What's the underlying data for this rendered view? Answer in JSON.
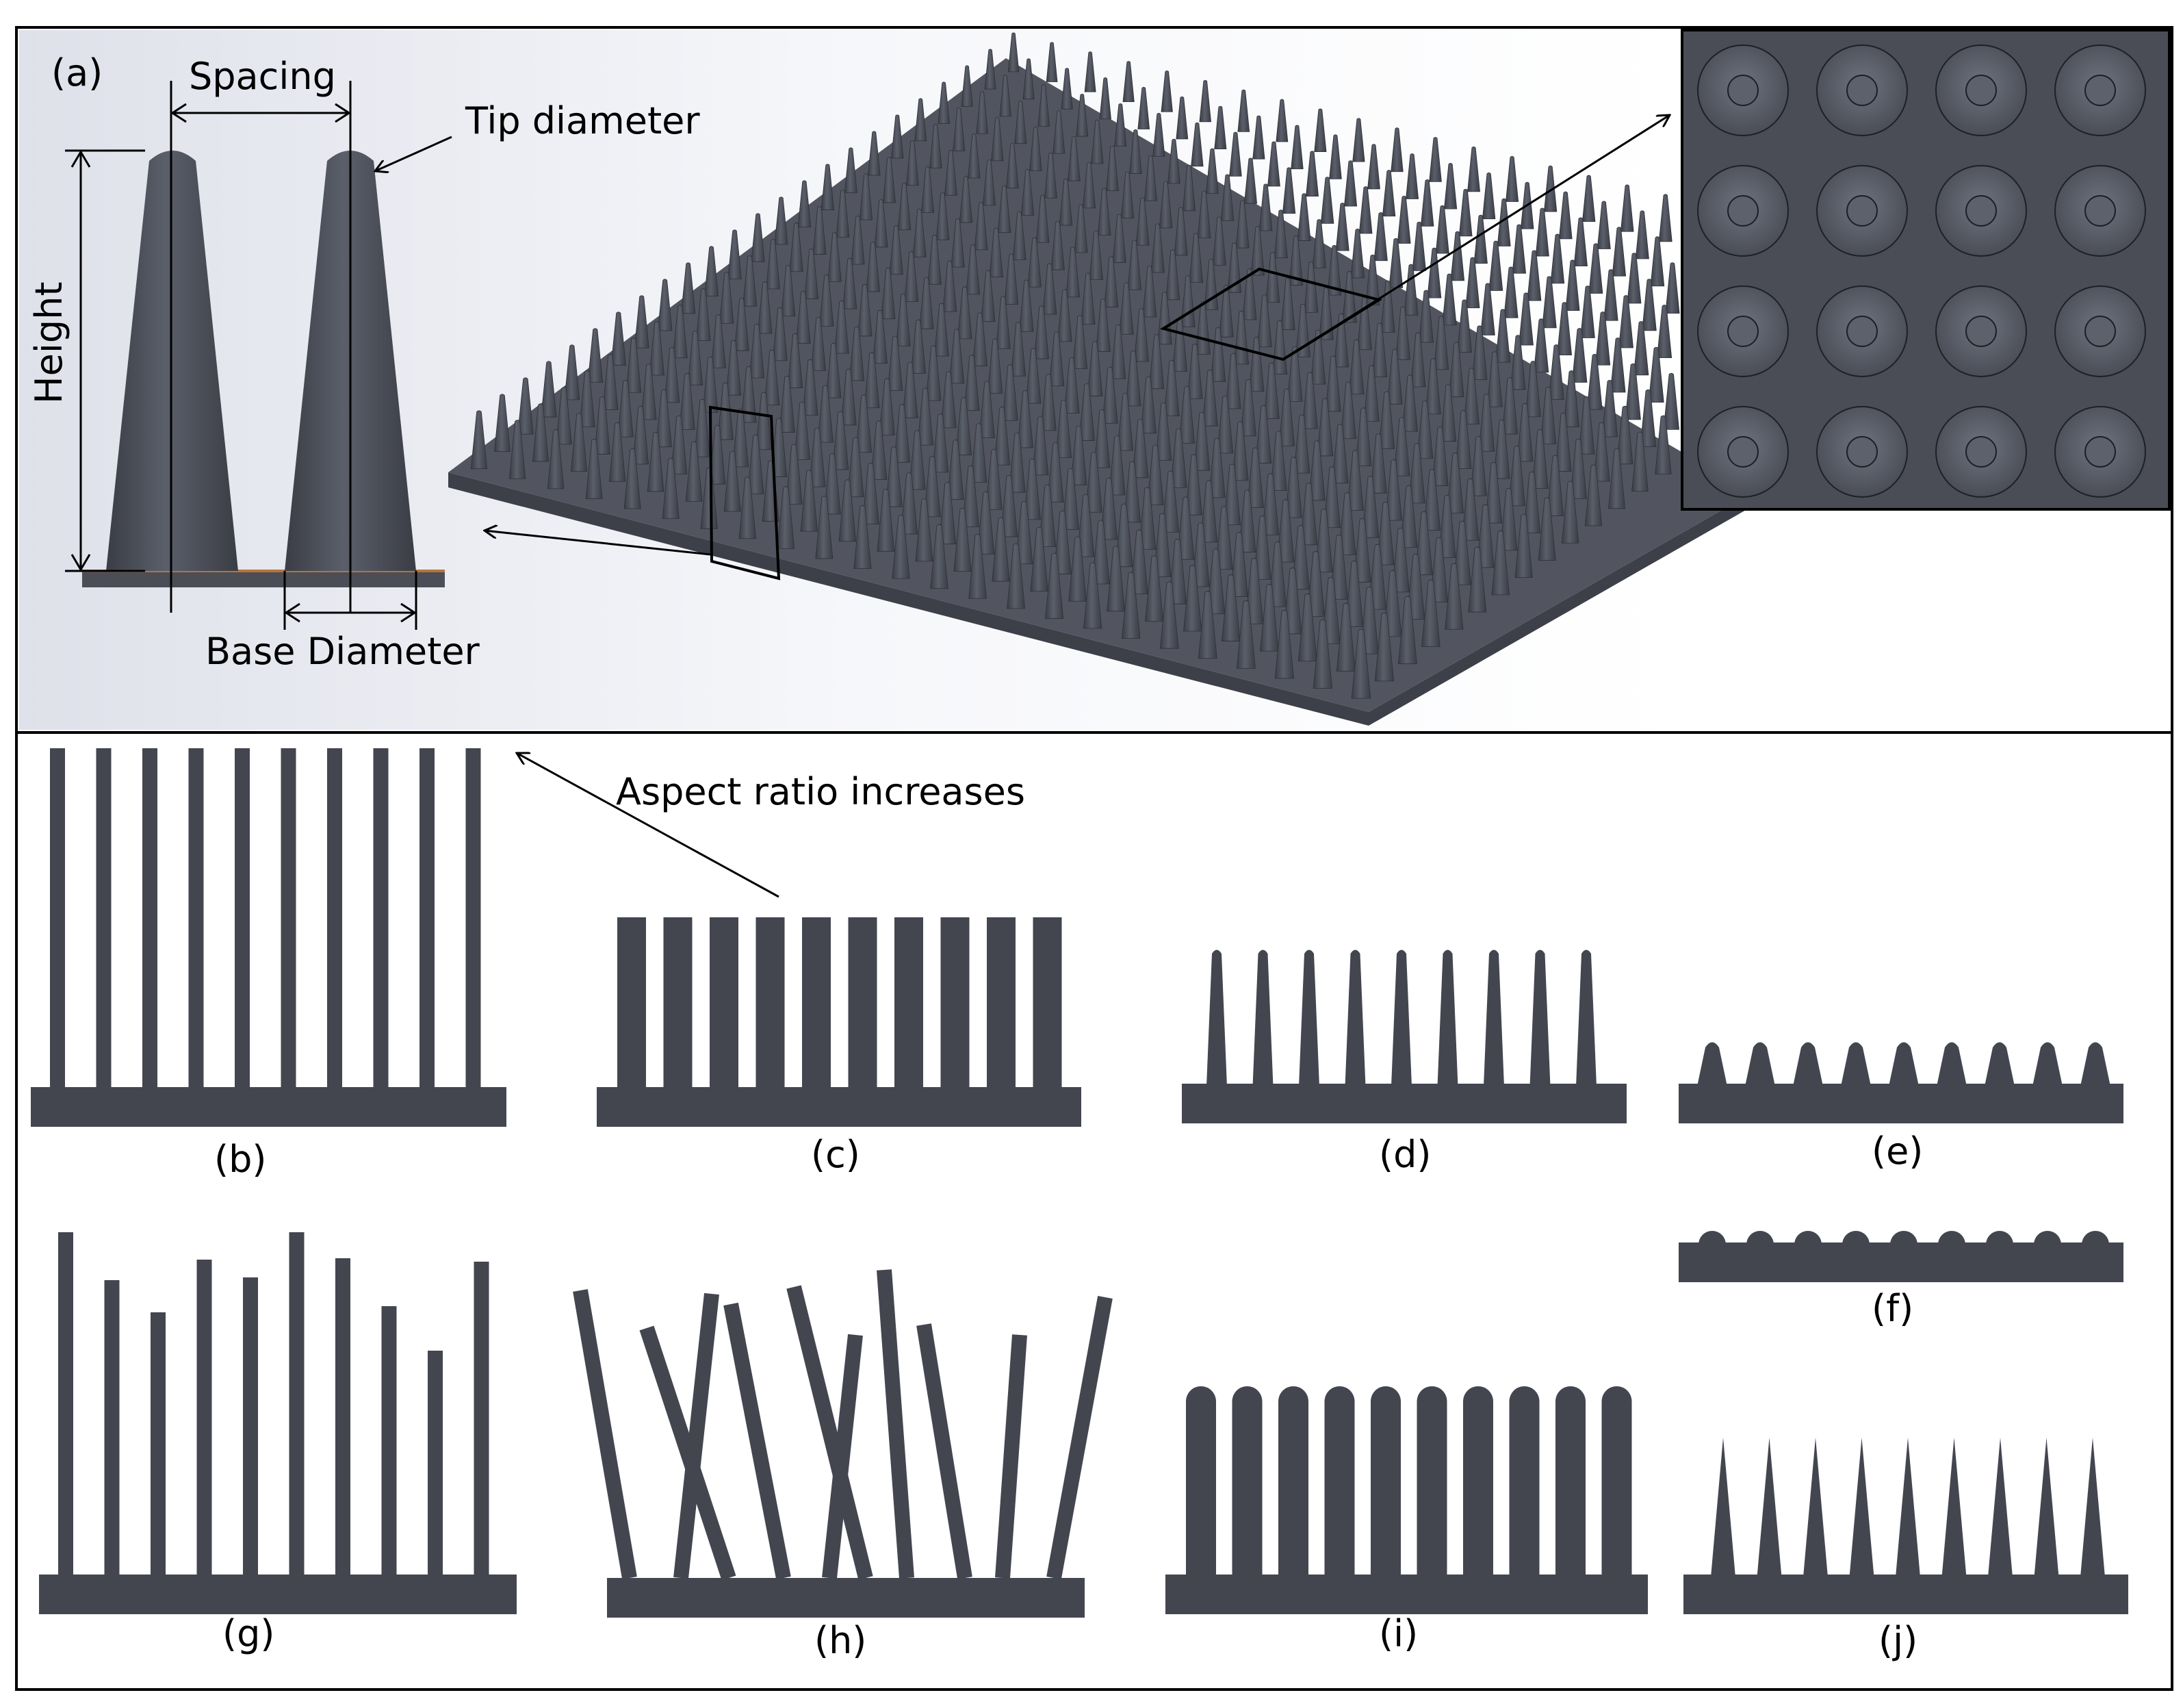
{
  "panel_a": {
    "label": "(a)",
    "spacing_label": "Spacing",
    "tip_label": "Tip diameter",
    "height_label": "Height",
    "base_label": "Base Diameter"
  },
  "panels": {
    "b": "(b)",
    "c": "(c)",
    "d": "(d)",
    "e": "(e)",
    "f": "(f)",
    "g": "(g)",
    "h": "(h)",
    "i": "(i)",
    "j": "(j)"
  },
  "aspect_note": "Aspect ratio increases",
  "colors": {
    "structure": "#43464f",
    "structure_dark": "#2f3138",
    "structure_light": "#6b6f7a",
    "substrate_edge": "#b8743a",
    "line": "#000000",
    "inset_bg": "#4a4d56"
  }
}
